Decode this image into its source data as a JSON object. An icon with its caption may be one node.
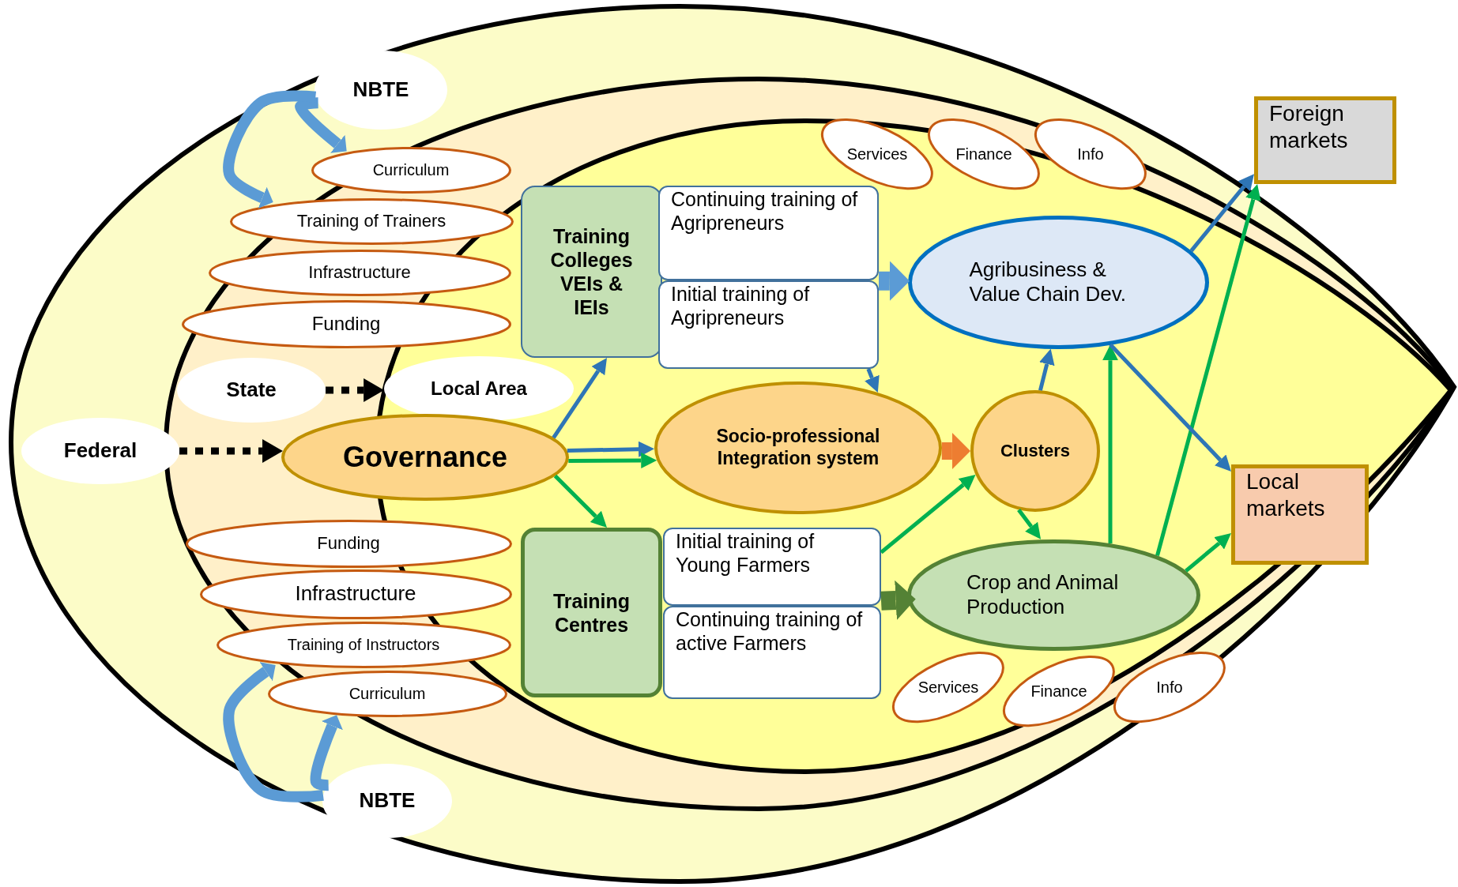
{
  "diagram": {
    "nodes": [
      {
        "text": [
          "NBTE"
        ]
      },
      {
        "text": [
          "Curriculum"
        ]
      },
      {
        "text": [
          "Training of Trainers"
        ]
      },
      {
        "text": [
          "Infrastructure"
        ]
      },
      {
        "text": [
          "Funding"
        ]
      },
      {
        "text": [
          "Training Colleges VEIs & IEIs"
        ]
      },
      {
        "text": [
          "Continuing training of Agripreneurs"
        ]
      },
      {
        "text": [
          "Initial training of Agripreneurs"
        ]
      },
      {
        "text": [
          "State"
        ]
      },
      {
        "text": [
          "Local Area"
        ]
      },
      {
        "text": [
          "Federal"
        ]
      },
      {
        "text": [
          "Governance"
        ]
      },
      {
        "text": [
          "Socio-professional Integration system"
        ]
      },
      {
        "text": [
          "Clusters"
        ]
      },
      {
        "text": [
          "Services"
        ]
      },
      {
        "text": [
          "Finance"
        ]
      },
      {
        "text": [
          "Info"
        ]
      },
      {
        "text": [
          "Agribusiness & Value Chain Dev."
        ]
      },
      {
        "text": [
          "Foreign markets"
        ]
      },
      {
        "text": [
          "Local markets"
        ]
      },
      {
        "text": [
          "Funding"
        ]
      },
      {
        "text": [
          "Infrastructure"
        ]
      },
      {
        "text": [
          "Training of Instructors"
        ]
      },
      {
        "text": [
          "Curriculum"
        ]
      },
      {
        "text": [
          "NBTE"
        ]
      },
      {
        "text": [
          "Training Centres"
        ]
      },
      {
        "text": [
          "Initial training of Young Farmers"
        ]
      },
      {
        "text": [
          "Continuing training of active Farmers"
        ]
      },
      {
        "text": [
          "Crop and Animal Production"
        ]
      },
      {
        "text": [
          "Services"
        ]
      },
      {
        "text": [
          "Finance"
        ]
      },
      {
        "text": [
          "Info"
        ]
      }
    ],
    "edges": [
      {
        "from": 0,
        "to": 1,
        "arrow": "to",
        "style": "thick",
        "color": "#5b9bd5"
      },
      {
        "from": 0,
        "to": 2,
        "arrow": "to",
        "style": "thick",
        "color": "#5b9bd5"
      },
      {
        "from": 24,
        "to": 22,
        "arrow": "to",
        "style": "thick",
        "color": "#5b9bd5"
      },
      {
        "from": 24,
        "to": 23,
        "arrow": "to",
        "style": "thick",
        "color": "#5b9bd5"
      },
      {
        "from": 8,
        "to": 9,
        "arrow": "to",
        "style": "dashed",
        "color": "#000000"
      },
      {
        "from": 10,
        "to": 11,
        "arrow": "to",
        "style": "dashed",
        "color": "#000000"
      },
      {
        "from": 11,
        "to": 5,
        "arrow": "to",
        "color": "#2e75b6"
      },
      {
        "from": 11,
        "to": 12,
        "arrow": "to",
        "color": "#2e75b6"
      },
      {
        "from": 11,
        "to": 12,
        "arrow": "to",
        "color": "#00b050"
      },
      {
        "from": 11,
        "to": 25,
        "arrow": "to",
        "color": "#00b050"
      },
      {
        "from": 6,
        "to": 17,
        "arrow": "to",
        "style": "thick",
        "color": "#5b9bd5"
      },
      {
        "from": 7,
        "to": 17,
        "arrow": "to",
        "style": "thick",
        "color": "#5b9bd5"
      },
      {
        "from": 7,
        "to": 12,
        "arrow": "to",
        "color": "#2e75b6"
      },
      {
        "from": 12,
        "to": 13,
        "arrow": "to",
        "style": "thick",
        "color": "#ed7d31"
      },
      {
        "from": 13,
        "to": 17,
        "arrow": "to",
        "color": "#2e75b6"
      },
      {
        "from": 26,
        "to": 13,
        "arrow": "to",
        "color": "#00b050"
      },
      {
        "from": 13,
        "to": 28,
        "arrow": "to",
        "color": "#00b050"
      },
      {
        "from": 26,
        "to": 28,
        "arrow": "to",
        "style": "thick",
        "color": "#548235"
      },
      {
        "from": 27,
        "to": 28,
        "arrow": "to",
        "style": "thick",
        "color": "#548235"
      },
      {
        "from": 28,
        "to": 17,
        "arrow": "to",
        "color": "#00b050"
      },
      {
        "from": 28,
        "to": 18,
        "arrow": "to",
        "color": "#00b050"
      },
      {
        "from": 28,
        "to": 19,
        "arrow": "to",
        "color": "#00b050"
      },
      {
        "from": 17,
        "to": 18,
        "arrow": "to",
        "color": "#2e75b6"
      },
      {
        "from": 17,
        "to": 19,
        "arrow": "to",
        "color": "#2e75b6"
      }
    ]
  }
}
